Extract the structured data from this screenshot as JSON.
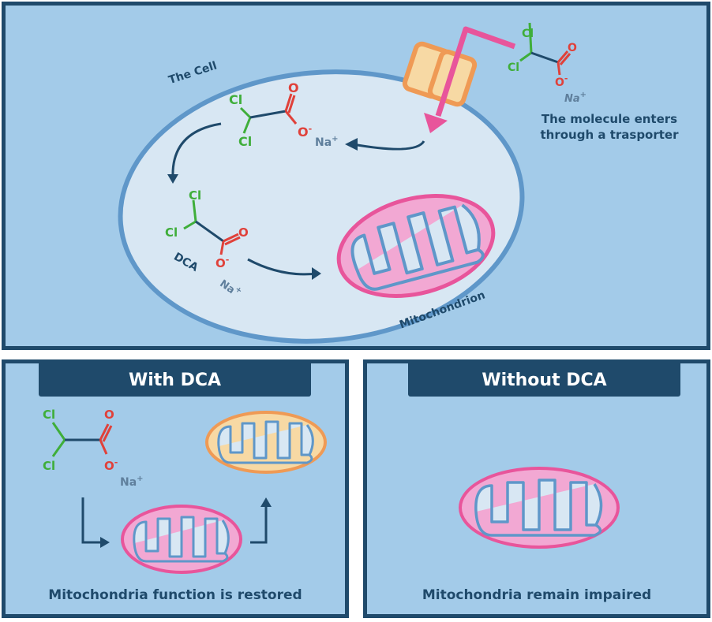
{
  "colors": {
    "frame": "#1f4a6b",
    "panel_bg": "#a3cbe9",
    "cell_fill": "#d8e7f3",
    "cell_membrane": "#5f97c9",
    "chlorine": "#3fae3a",
    "oxygen": "#e0413a",
    "sodium": "#5f7f9c",
    "transporter_fill": "#f7d9a4",
    "transporter_border": "#ef9a55",
    "entry_arrow": "#e8559b",
    "mito_impaired_outer": "#e8559b",
    "mito_impaired_fill": "#f2a8d3",
    "mito_restored_outer": "#ef9a55",
    "mito_restored_fill": "#f7d9a4",
    "cristae": "#5f97c9"
  },
  "top_panel": {
    "cell_label": "The Cell",
    "transporter_caption_line1": "The molecule enters",
    "transporter_caption_line2": "through a trasporter",
    "molecule_label": "DCA",
    "mitochondrion_label": "Mitochondrion",
    "atoms": {
      "cl": "Cl",
      "o": "O",
      "o_minus": "O",
      "charge_minus": "-",
      "na": "Na",
      "charge_plus": "+"
    }
  },
  "left_panel": {
    "title": "With DCA",
    "caption": "Mitochondria function is restored"
  },
  "right_panel": {
    "title": "Without DCA",
    "caption": "Mitochondria remain impaired"
  }
}
